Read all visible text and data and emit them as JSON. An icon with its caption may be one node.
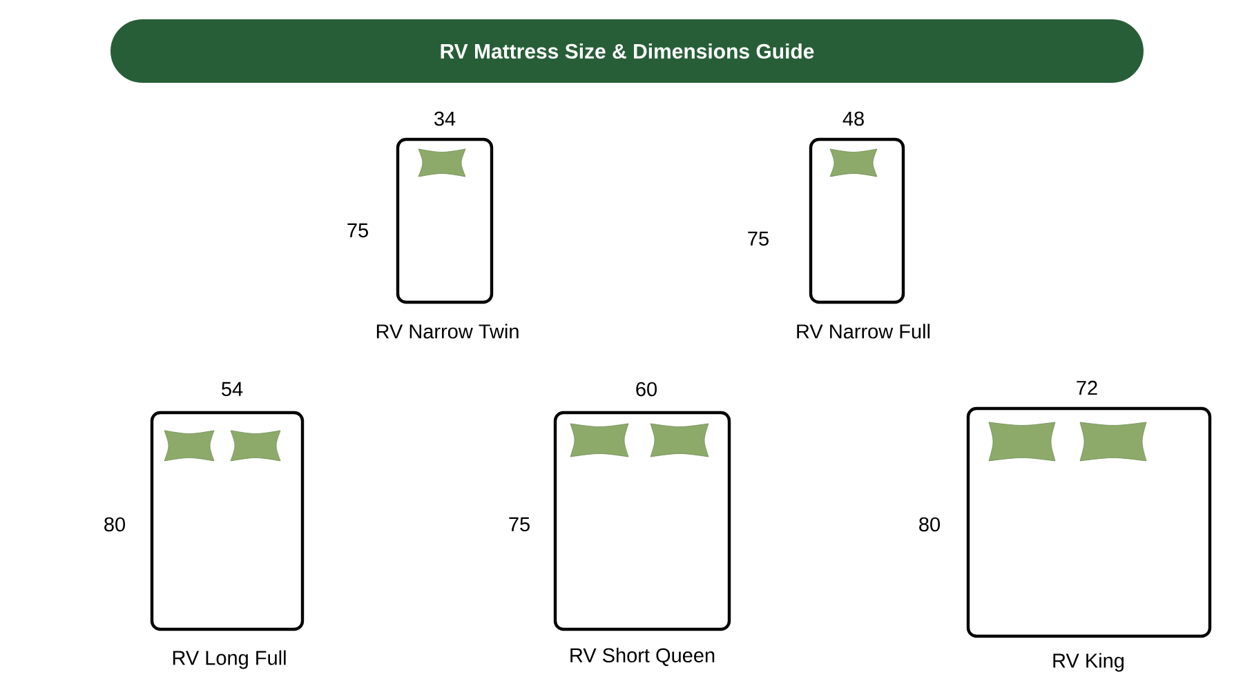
{
  "diagram": {
    "title": "RV Mattress Size & Dimensions Guide",
    "nodes": [
      {
        "text": [
          "RV Narrow Twin"
        ],
        "beside": [
          "34",
          "75"
        ]
      },
      {
        "text": [
          "RV Narrow Full"
        ],
        "beside": [
          "48",
          "75"
        ]
      },
      {
        "text": [
          "RV Long Full"
        ],
        "beside": [
          "54",
          "80"
        ]
      },
      {
        "text": [
          "RV Short Queen"
        ],
        "beside": [
          "60",
          "75"
        ]
      },
      {
        "text": [
          "RV King"
        ],
        "beside": [
          "72",
          "80"
        ]
      }
    ]
  }
}
